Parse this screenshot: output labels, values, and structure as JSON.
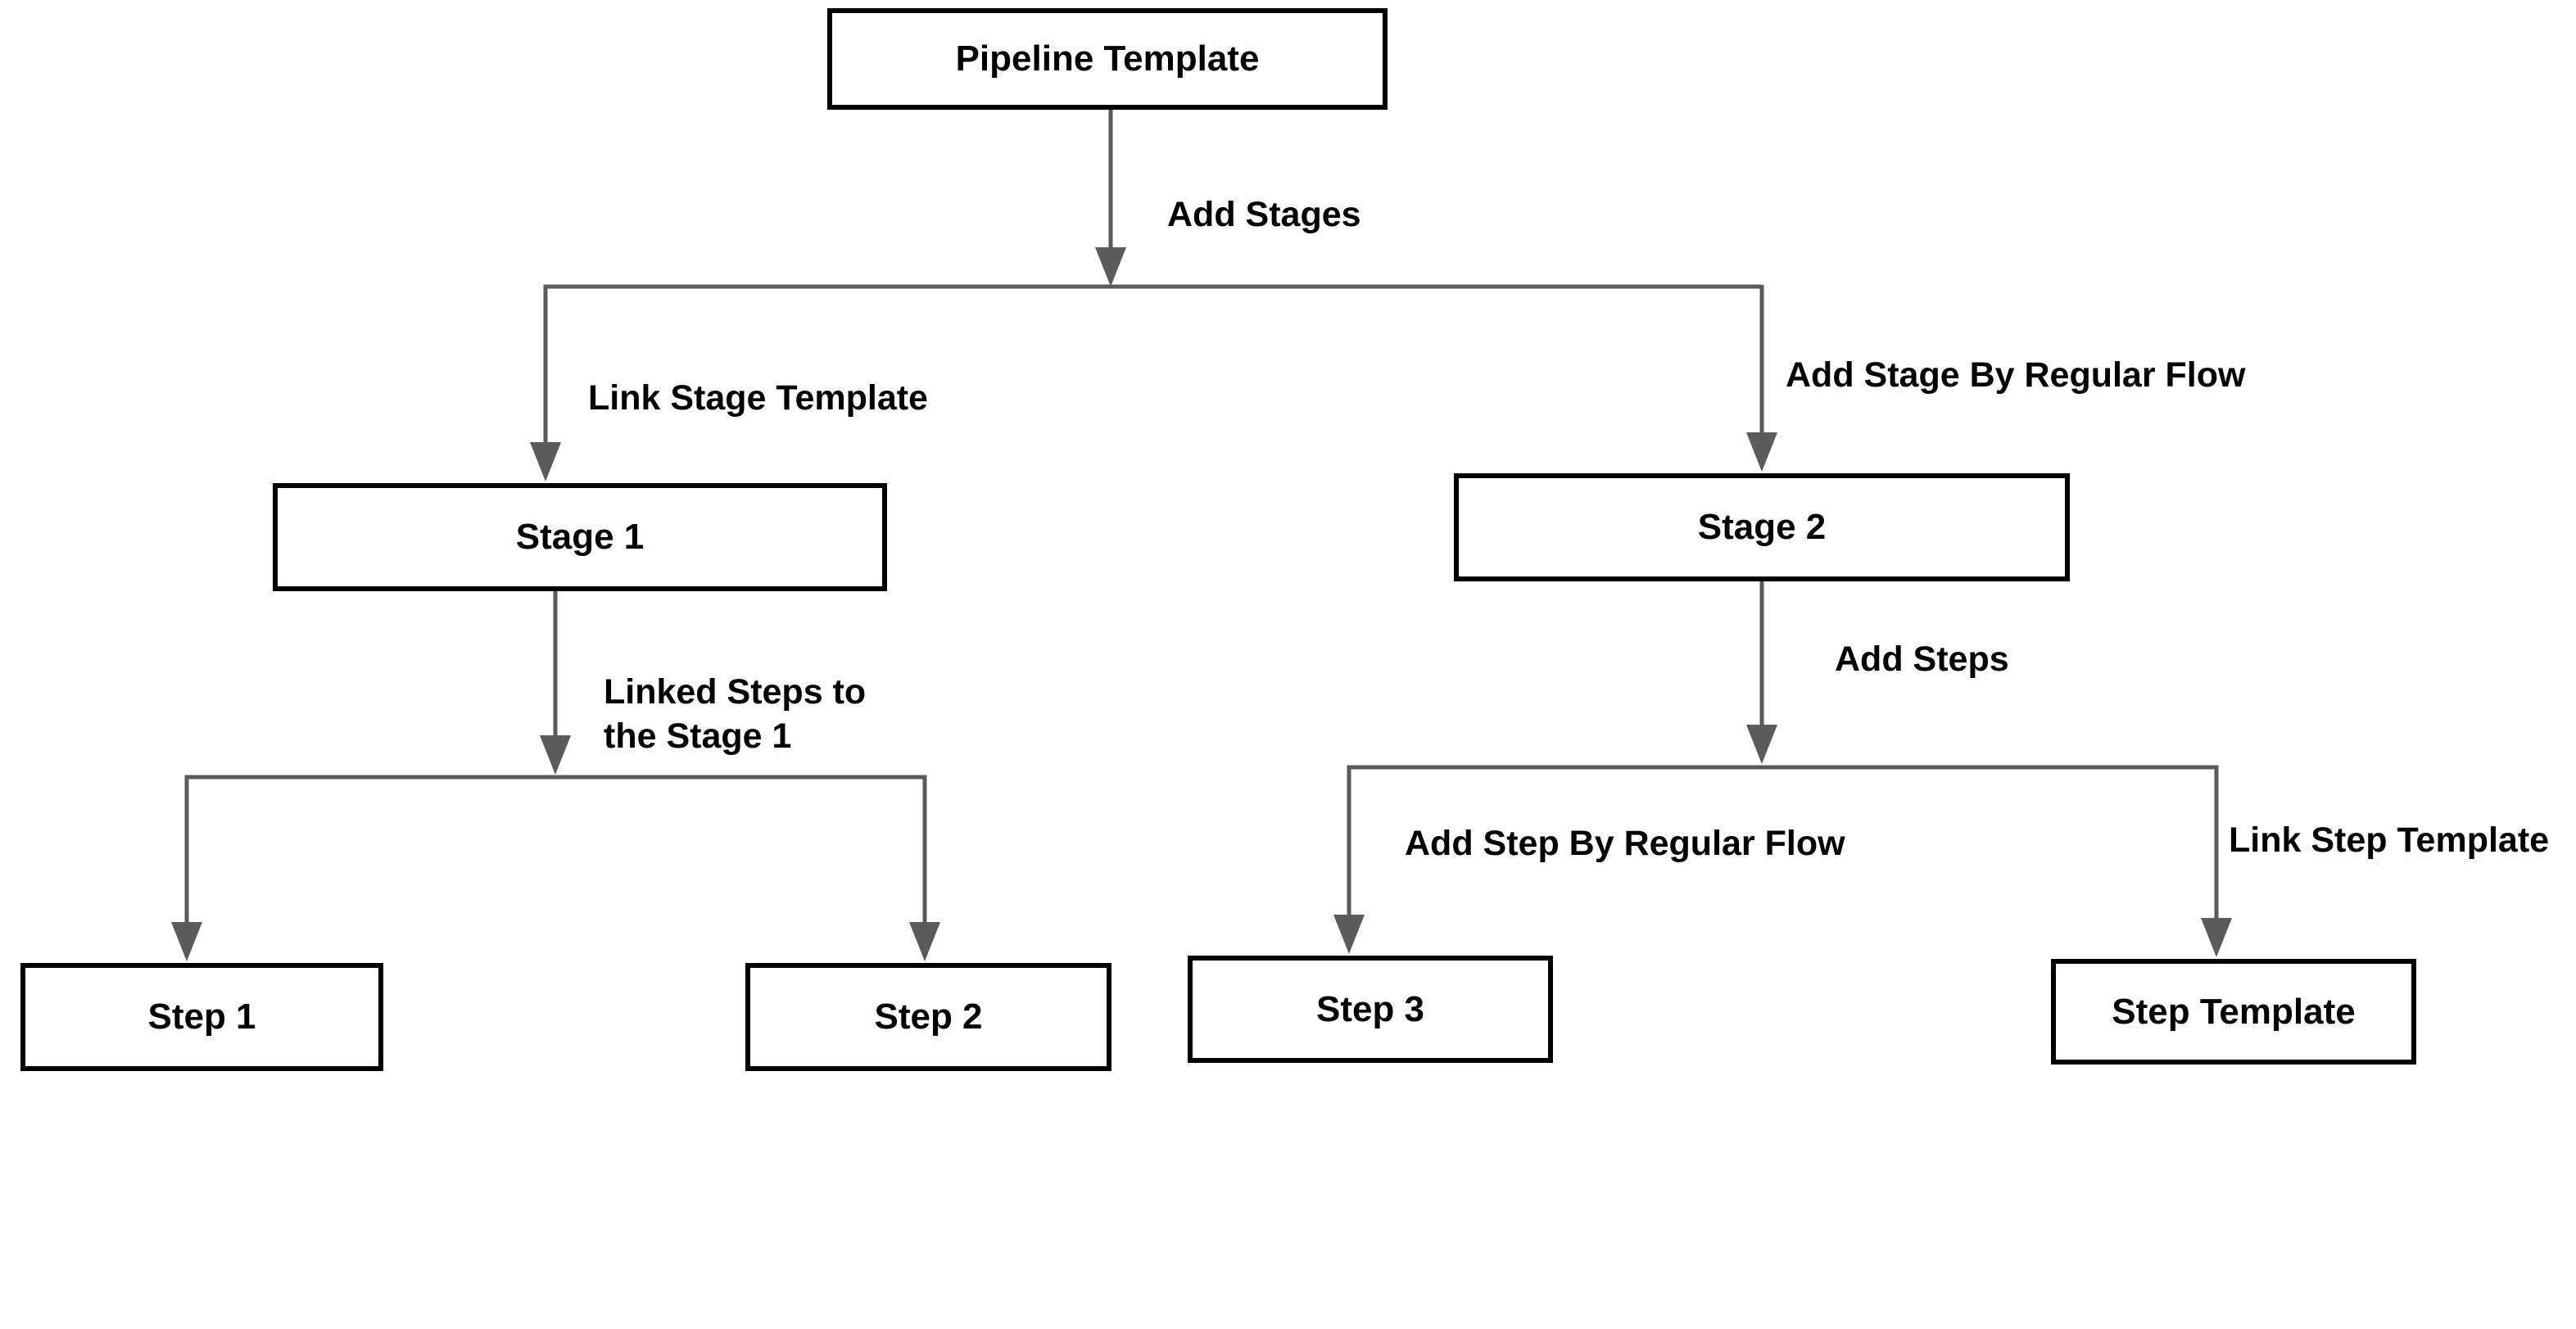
{
  "diagram": {
    "nodes": {
      "pipeline_template": {
        "label": "Pipeline Template"
      },
      "stage1": {
        "label": "Stage 1"
      },
      "stage2": {
        "label": "Stage 2"
      },
      "step1": {
        "label": "Step 1"
      },
      "step2": {
        "label": "Step 2"
      },
      "step3": {
        "label": "Step 3"
      },
      "step_template": {
        "label": "Step Template"
      }
    },
    "edges": {
      "add_stages": {
        "label": "Add Stages"
      },
      "link_stage_template": {
        "label": "Link Stage Template"
      },
      "add_stage_by_regular_flow": {
        "label": "Add Stage By Regular Flow"
      },
      "linked_steps_to_stage1": {
        "label_lines": [
          "Linked Steps to",
          "the Stage 1"
        ]
      },
      "add_steps": {
        "label": "Add Steps"
      },
      "add_step_by_regular_flow": {
        "label": "Add Step By Regular Flow"
      },
      "link_step_template": {
        "label": "Link Step Template"
      }
    },
    "colors": {
      "connector": "#5b5b5b",
      "node_border": "#000000",
      "node_fill": "#ffffff",
      "label_text": "#000000",
      "background": "#ffffff"
    }
  }
}
